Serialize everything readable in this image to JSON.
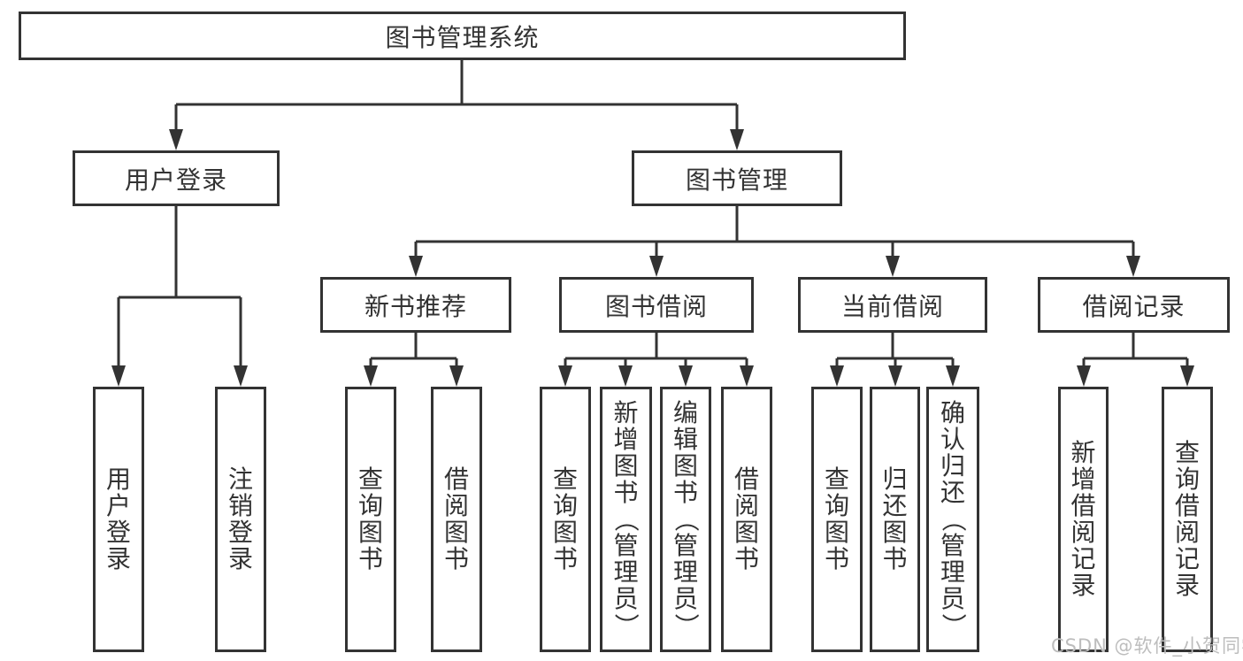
{
  "diagram": {
    "colors": {
      "line": "#333333",
      "box_border": "#333333",
      "text": "#333333",
      "background": "#ffffff",
      "watermark": "#bdbdbd"
    },
    "watermark": "CSDN @软件_小贺同学",
    "tree": {
      "label": "图书管理系统",
      "children": [
        {
          "label": "用户登录",
          "children": [
            {
              "label": "用户登录"
            },
            {
              "label": "注销登录"
            }
          ]
        },
        {
          "label": "图书管理",
          "children": [
            {
              "label": "新书推荐",
              "children": [
                {
                  "label": "查询图书"
                },
                {
                  "label": "借阅图书"
                }
              ]
            },
            {
              "label": "图书借阅",
              "children": [
                {
                  "label": "查询图书"
                },
                {
                  "label": "新增图书（管理员）"
                },
                {
                  "label": "编辑图书（管理员）"
                },
                {
                  "label": "借阅图书"
                }
              ]
            },
            {
              "label": "当前借阅",
              "children": [
                {
                  "label": "查询图书"
                },
                {
                  "label": "归还图书"
                },
                {
                  "label": "确认归还（管理员）"
                }
              ]
            },
            {
              "label": "借阅记录",
              "children": [
                {
                  "label": "新增借阅记录"
                },
                {
                  "label": "查询借阅记录"
                }
              ]
            }
          ]
        }
      ]
    }
  }
}
